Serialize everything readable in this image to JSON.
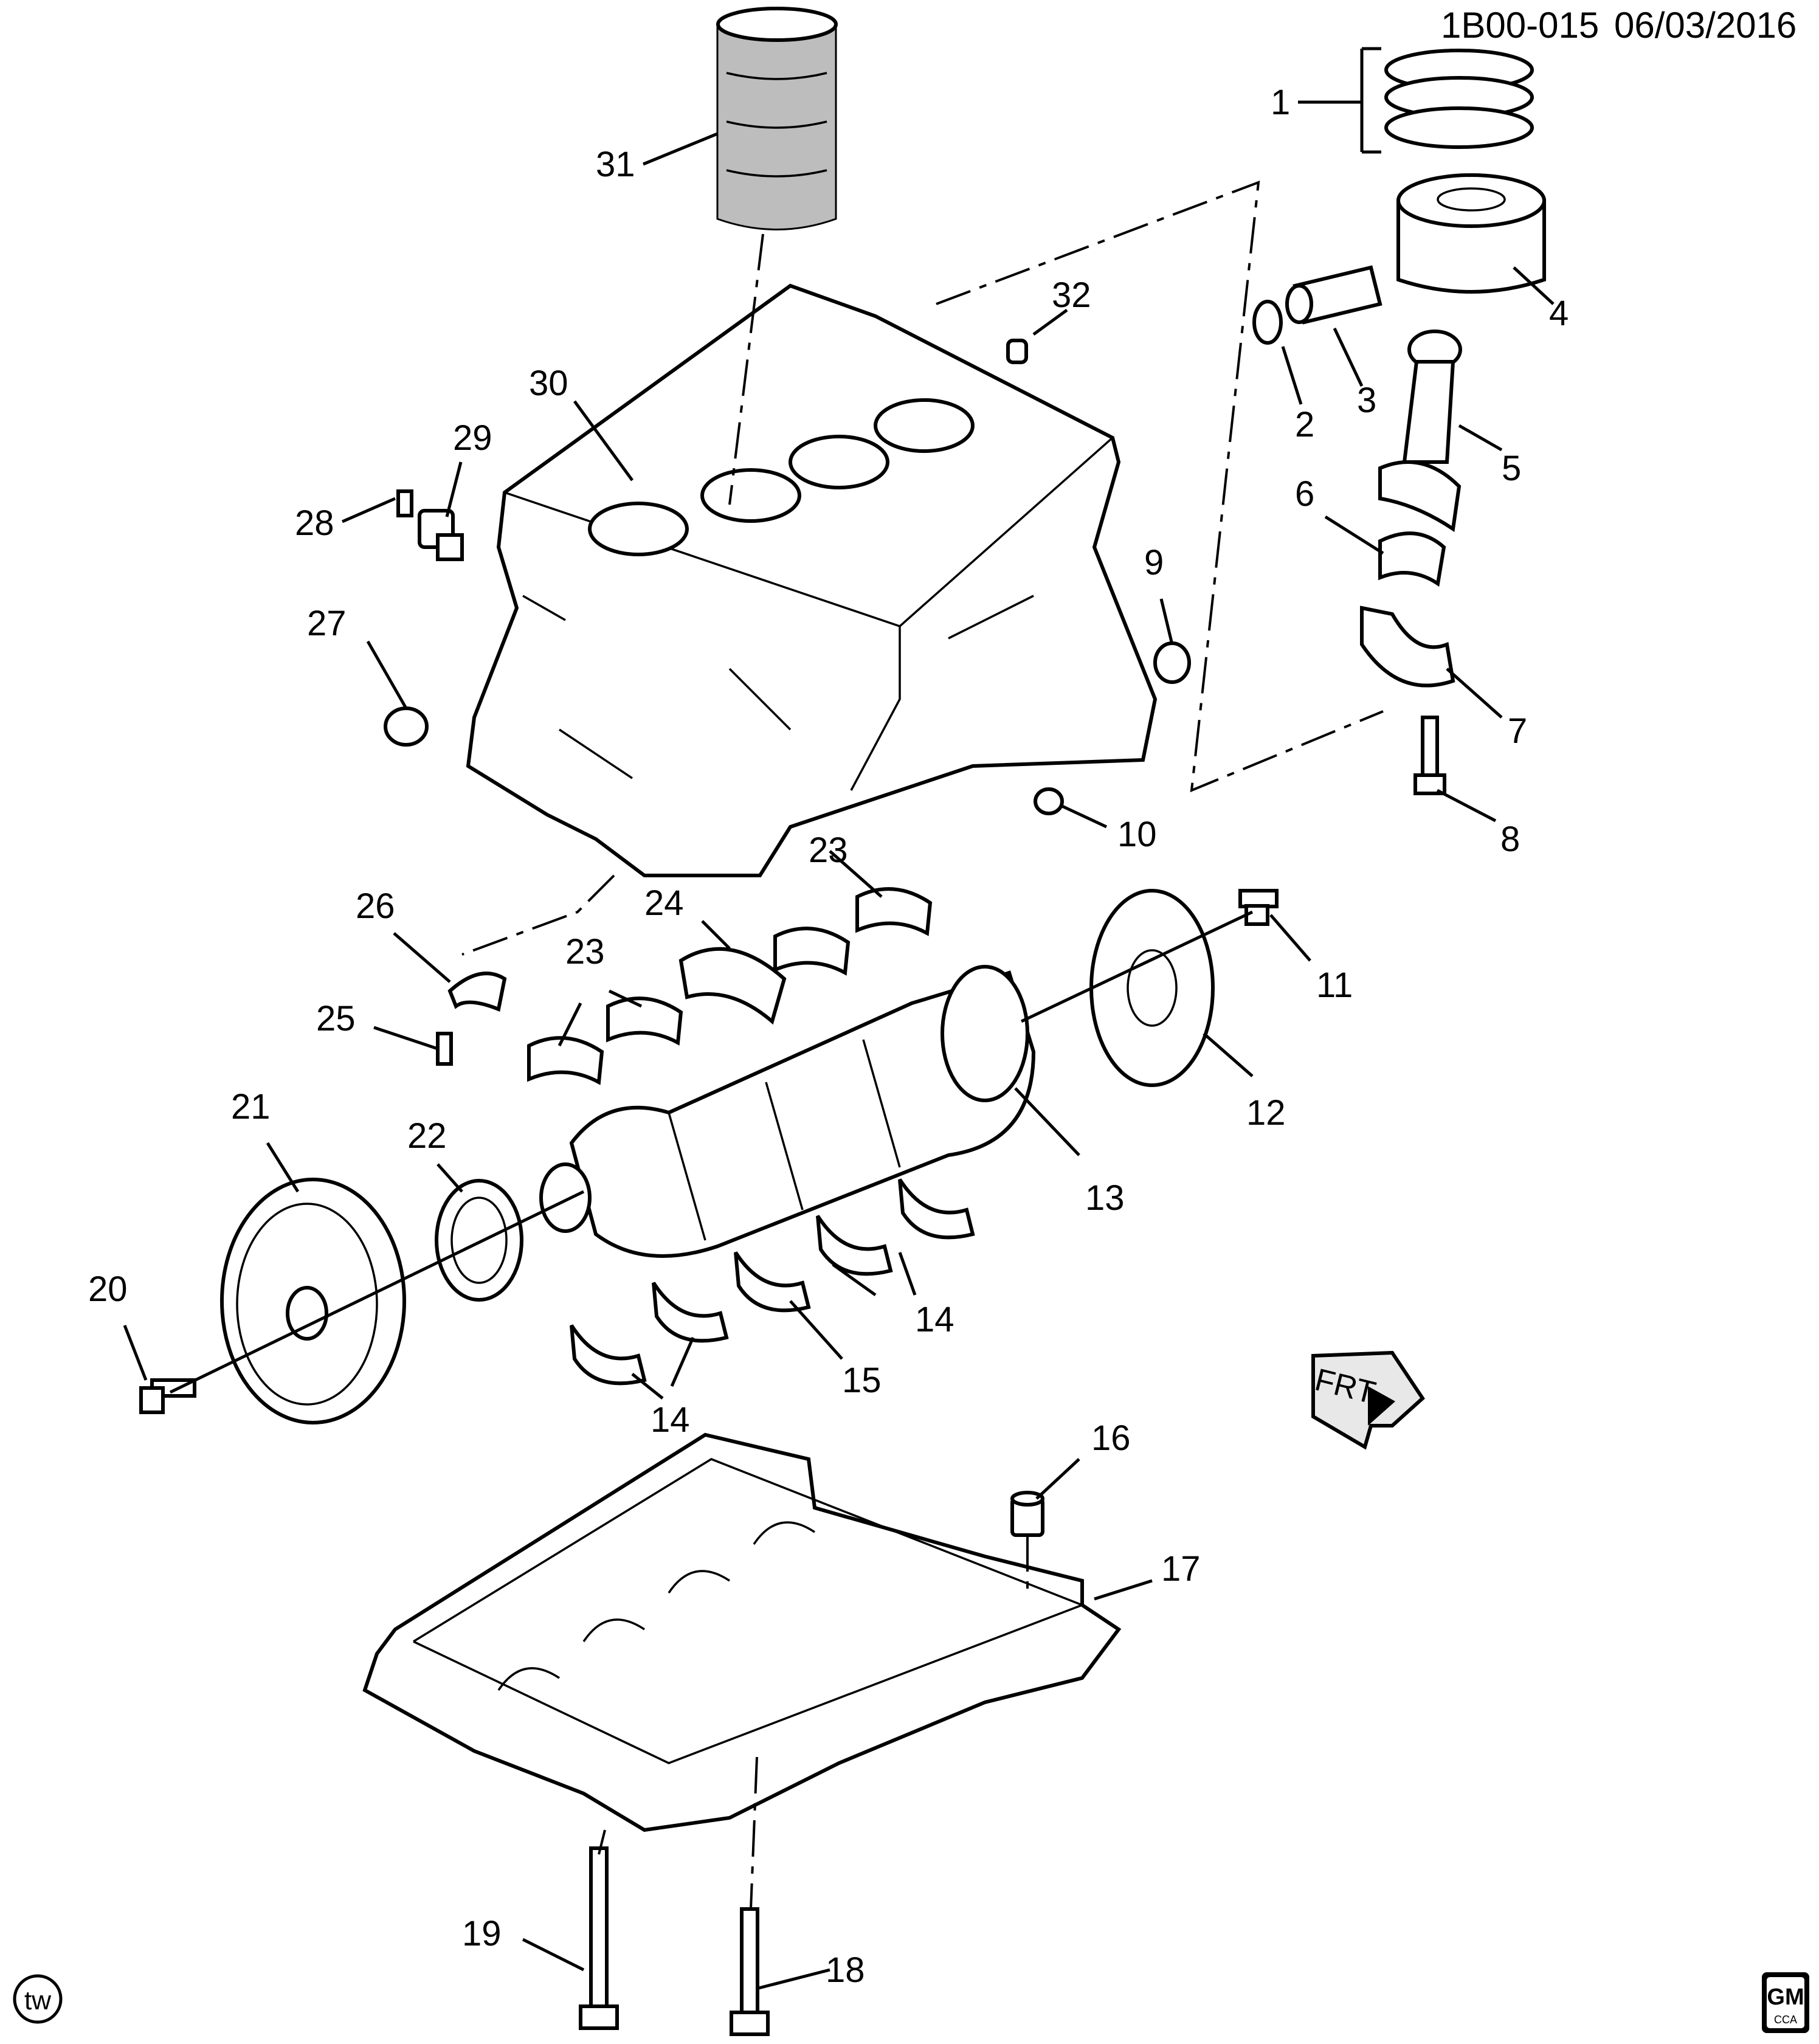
{
  "header": {
    "ref": "1B00-015",
    "date": "06/03/2016"
  },
  "callouts": [
    {
      "id": "c1",
      "text": "1"
    },
    {
      "id": "c2",
      "text": "2"
    },
    {
      "id": "c3",
      "text": "3"
    },
    {
      "id": "c4",
      "text": "4"
    },
    {
      "id": "c5",
      "text": "5"
    },
    {
      "id": "c6",
      "text": "6"
    },
    {
      "id": "c7",
      "text": "7"
    },
    {
      "id": "c8",
      "text": "8"
    },
    {
      "id": "c9",
      "text": "9"
    },
    {
      "id": "c10",
      "text": "10"
    },
    {
      "id": "c11",
      "text": "11"
    },
    {
      "id": "c12",
      "text": "12"
    },
    {
      "id": "c13",
      "text": "13"
    },
    {
      "id": "c14a",
      "text": "14"
    },
    {
      "id": "c14b",
      "text": "14"
    },
    {
      "id": "c15",
      "text": "15"
    },
    {
      "id": "c16",
      "text": "16"
    },
    {
      "id": "c17",
      "text": "17"
    },
    {
      "id": "c18",
      "text": "18"
    },
    {
      "id": "c19",
      "text": "19"
    },
    {
      "id": "c20",
      "text": "20"
    },
    {
      "id": "c21",
      "text": "21"
    },
    {
      "id": "c22",
      "text": "22"
    },
    {
      "id": "c23a",
      "text": "23"
    },
    {
      "id": "c23b",
      "text": "23"
    },
    {
      "id": "c24",
      "text": "24"
    },
    {
      "id": "c25",
      "text": "25"
    },
    {
      "id": "c26",
      "text": "26"
    },
    {
      "id": "c27",
      "text": "27"
    },
    {
      "id": "c28",
      "text": "28"
    },
    {
      "id": "c29",
      "text": "29"
    },
    {
      "id": "c30",
      "text": "30"
    },
    {
      "id": "c31",
      "text": "31"
    },
    {
      "id": "c32",
      "text": "32"
    }
  ],
  "front_arrow": {
    "label": "FRT"
  },
  "logo_gm": {
    "text": "GM",
    "sub": "CCA"
  },
  "logo_tw": {
    "text": "tw"
  }
}
